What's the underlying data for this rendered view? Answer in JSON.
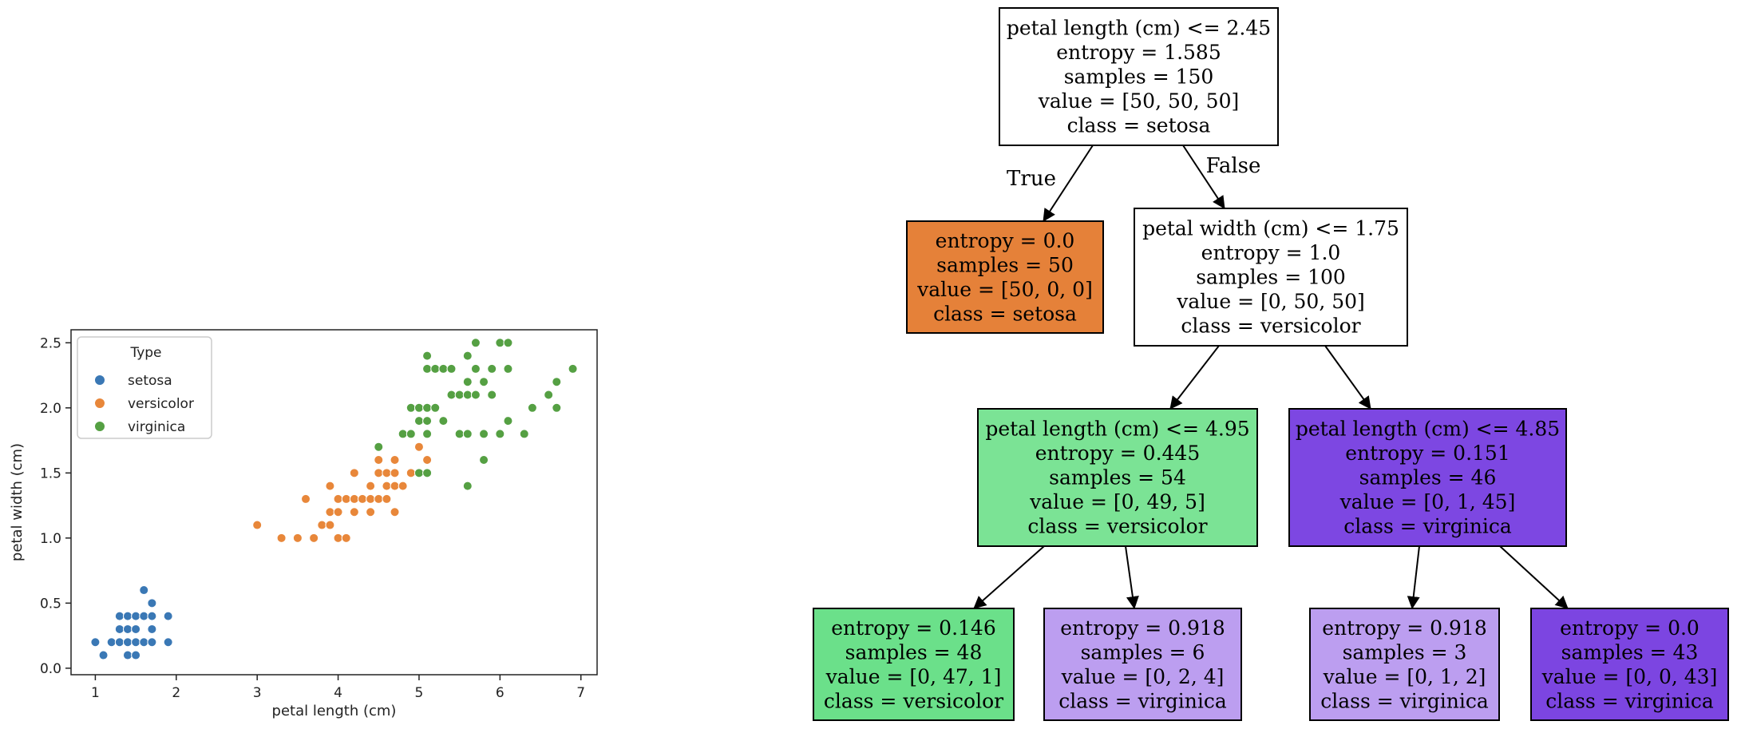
{
  "chart_data": [
    {
      "type": "scatter",
      "title": "",
      "xlabel": "petal length (cm)",
      "ylabel": "petal width (cm)",
      "xlim": [
        0.7,
        7.2
      ],
      "ylim": [
        -0.05,
        2.6
      ],
      "xticks": [
        1,
        2,
        3,
        4,
        5,
        6,
        7
      ],
      "yticks": [
        0.0,
        0.5,
        1.0,
        1.5,
        2.0,
        2.5
      ],
      "xtick_labels": [
        "1",
        "2",
        "3",
        "4",
        "5",
        "6",
        "7"
      ],
      "ytick_labels": [
        "0.0",
        "0.5",
        "1.0",
        "1.5",
        "2.0",
        "2.5"
      ],
      "grid": false,
      "legend": {
        "title": "Type",
        "placement": "top-left"
      },
      "series": [
        {
          "name": "setosa",
          "color": "#3a78b5",
          "points": [
            [
              1.0,
              0.2
            ],
            [
              1.1,
              0.1
            ],
            [
              1.2,
              0.2
            ],
            [
              1.3,
              0.2
            ],
            [
              1.3,
              0.3
            ],
            [
              1.3,
              0.4
            ],
            [
              1.4,
              0.1
            ],
            [
              1.4,
              0.2
            ],
            [
              1.4,
              0.3
            ],
            [
              1.4,
              0.4
            ],
            [
              1.5,
              0.1
            ],
            [
              1.5,
              0.2
            ],
            [
              1.5,
              0.3
            ],
            [
              1.5,
              0.4
            ],
            [
              1.6,
              0.2
            ],
            [
              1.6,
              0.4
            ],
            [
              1.6,
              0.6
            ],
            [
              1.7,
              0.2
            ],
            [
              1.7,
              0.3
            ],
            [
              1.7,
              0.4
            ],
            [
              1.7,
              0.5
            ],
            [
              1.9,
              0.2
            ],
            [
              1.9,
              0.4
            ]
          ]
        },
        {
          "name": "versicolor",
          "color": "#e8873a",
          "points": [
            [
              3.0,
              1.1
            ],
            [
              3.3,
              1.0
            ],
            [
              3.5,
              1.0
            ],
            [
              3.6,
              1.3
            ],
            [
              3.7,
              1.0
            ],
            [
              3.8,
              1.1
            ],
            [
              3.9,
              1.1
            ],
            [
              3.9,
              1.2
            ],
            [
              3.9,
              1.4
            ],
            [
              4.0,
              1.0
            ],
            [
              4.0,
              1.2
            ],
            [
              4.0,
              1.3
            ],
            [
              4.1,
              1.0
            ],
            [
              4.1,
              1.3
            ],
            [
              4.2,
              1.2
            ],
            [
              4.2,
              1.3
            ],
            [
              4.2,
              1.5
            ],
            [
              4.3,
              1.3
            ],
            [
              4.4,
              1.2
            ],
            [
              4.4,
              1.3
            ],
            [
              4.4,
              1.4
            ],
            [
              4.5,
              1.3
            ],
            [
              4.5,
              1.5
            ],
            [
              4.5,
              1.6
            ],
            [
              4.6,
              1.3
            ],
            [
              4.6,
              1.4
            ],
            [
              4.6,
              1.5
            ],
            [
              4.7,
              1.2
            ],
            [
              4.7,
              1.4
            ],
            [
              4.7,
              1.5
            ],
            [
              4.7,
              1.6
            ],
            [
              4.8,
              1.4
            ],
            [
              4.8,
              1.8
            ],
            [
              4.9,
              1.5
            ],
            [
              5.0,
              1.7
            ],
            [
              5.1,
              1.6
            ]
          ]
        },
        {
          "name": "virginica",
          "color": "#55a043",
          "points": [
            [
              4.5,
              1.7
            ],
            [
              4.8,
              1.8
            ],
            [
              4.9,
              1.8
            ],
            [
              4.9,
              2.0
            ],
            [
              5.0,
              1.5
            ],
            [
              5.0,
              1.9
            ],
            [
              5.0,
              2.0
            ],
            [
              5.1,
              1.5
            ],
            [
              5.1,
              1.8
            ],
            [
              5.1,
              1.9
            ],
            [
              5.1,
              2.0
            ],
            [
              5.1,
              2.3
            ],
            [
              5.1,
              2.4
            ],
            [
              5.2,
              2.0
            ],
            [
              5.2,
              2.3
            ],
            [
              5.3,
              1.9
            ],
            [
              5.3,
              2.3
            ],
            [
              5.4,
              2.1
            ],
            [
              5.4,
              2.3
            ],
            [
              5.5,
              1.8
            ],
            [
              5.5,
              2.1
            ],
            [
              5.6,
              1.4
            ],
            [
              5.6,
              1.8
            ],
            [
              5.6,
              2.1
            ],
            [
              5.6,
              2.2
            ],
            [
              5.6,
              2.4
            ],
            [
              5.7,
              2.1
            ],
            [
              5.7,
              2.3
            ],
            [
              5.7,
              2.5
            ],
            [
              5.8,
              1.6
            ],
            [
              5.8,
              1.8
            ],
            [
              5.8,
              2.2
            ],
            [
              5.9,
              2.1
            ],
            [
              5.9,
              2.3
            ],
            [
              6.0,
              1.8
            ],
            [
              6.0,
              2.5
            ],
            [
              6.1,
              1.9
            ],
            [
              6.1,
              2.3
            ],
            [
              6.1,
              2.5
            ],
            [
              6.3,
              1.8
            ],
            [
              6.4,
              2.0
            ],
            [
              6.6,
              2.1
            ],
            [
              6.7,
              2.0
            ],
            [
              6.7,
              2.2
            ],
            [
              6.9,
              2.3
            ]
          ]
        }
      ]
    },
    {
      "type": "tree",
      "edge_labels": {
        "true": "True",
        "false": "False"
      },
      "nodes": [
        {
          "id": "root",
          "lines": [
            "petal length (cm) <= 2.45",
            "entropy = 1.585",
            "samples = 150",
            "value = [50, 50, 50]",
            "class = setosa"
          ],
          "fill": "#ffffff"
        },
        {
          "id": "n1",
          "lines": [
            "entropy = 0.0",
            "samples = 50",
            "value = [50, 0, 0]",
            "class = setosa"
          ],
          "fill": "#e58139"
        },
        {
          "id": "n2",
          "lines": [
            "petal width (cm) <= 1.75",
            "entropy = 1.0",
            "samples = 100",
            "value = [0, 50, 50]",
            "class = versicolor"
          ],
          "fill": "#ffffff"
        },
        {
          "id": "n3",
          "lines": [
            "petal length (cm) <= 4.95",
            "entropy = 0.445",
            "samples = 54",
            "value = [0, 49, 5]",
            "class = versicolor"
          ],
          "fill": "#7be395"
        },
        {
          "id": "n4",
          "lines": [
            "petal length (cm) <= 4.85",
            "entropy = 0.151",
            "samples = 46",
            "value = [0, 1, 45]",
            "class = virginica"
          ],
          "fill": "#7d47e2"
        },
        {
          "id": "n5",
          "lines": [
            "entropy = 0.146",
            "samples = 48",
            "value = [0, 47, 1]",
            "class = versicolor"
          ],
          "fill": "#6be08a"
        },
        {
          "id": "n6",
          "lines": [
            "entropy = 0.918",
            "samples = 6",
            "value = [0, 2, 4]",
            "class = virginica"
          ],
          "fill": "#bc9ef0"
        },
        {
          "id": "n7",
          "lines": [
            "entropy = 0.918",
            "samples = 3",
            "value = [0, 1, 2]",
            "class = virginica"
          ],
          "fill": "#bc9ef0"
        },
        {
          "id": "n8",
          "lines": [
            "entropy = 0.0",
            "samples = 43",
            "value = [0, 0, 43]",
            "class = virginica"
          ],
          "fill": "#7c45e1"
        }
      ],
      "edges": [
        [
          "root",
          "n1"
        ],
        [
          "root",
          "n2"
        ],
        [
          "n2",
          "n3"
        ],
        [
          "n2",
          "n4"
        ],
        [
          "n3",
          "n5"
        ],
        [
          "n3",
          "n6"
        ],
        [
          "n4",
          "n7"
        ],
        [
          "n4",
          "n8"
        ]
      ]
    }
  ]
}
